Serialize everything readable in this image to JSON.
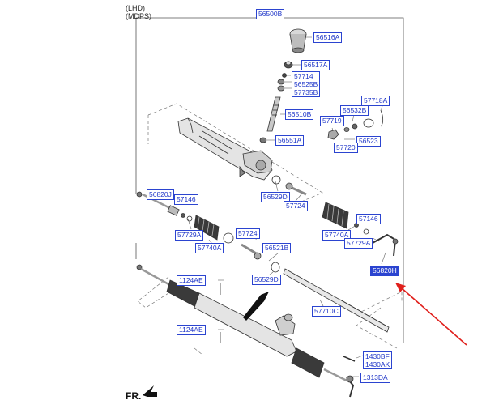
{
  "header": {
    "line1": "(LHD)",
    "line2": "(MDPS)"
  },
  "labels": {
    "p56500B": "56500B",
    "p56516A": "56516A",
    "p56517A": "56517A",
    "p57714": "57714",
    "p56525B": "56525B",
    "p57735B": "57735B",
    "p57718A": "57718A",
    "p56510B": "56510B",
    "p56532B": "56532B",
    "p57719": "57719",
    "p56523": "56523",
    "p57720": "57720",
    "p56551A": "56551A",
    "p56529D_a": "56529D",
    "p57724_a": "57724",
    "p56820J": "56820J",
    "p57146_l": "57146",
    "p57729A_l": "57729A",
    "p57740A_l": "57740A",
    "p57724_b": "57724",
    "p56521B": "56521B",
    "p56529D_b": "56529D",
    "p57740A_r": "57740A",
    "p57146_r": "57146",
    "p57729A_r": "57729A",
    "p56820H": "56820H",
    "p1124AE_a": "1124AE",
    "p1124AE_b": "1124AE",
    "p57710C": "57710C",
    "p1430BF": "1430BF",
    "p1430AK": "1430AK",
    "p1313DA": "1313DA"
  },
  "footer": {
    "direction": "FR."
  },
  "colors": {
    "label_text": "#1e35c8",
    "label_border": "#2b44d0",
    "highlight_fill": "#2b44d0",
    "arrow": "#e0201c",
    "line": "#555555"
  }
}
